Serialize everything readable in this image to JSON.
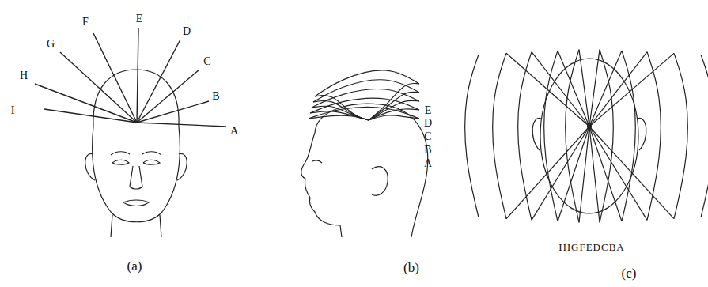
{
  "diagram": {
    "labels": [
      "F",
      "E",
      "D",
      "G",
      "C",
      "H",
      "B",
      "I",
      "A",
      "E",
      "D",
      "C",
      "B",
      "A",
      "IHGFEDCBA",
      "(a)",
      "(b)",
      "(c)"
    ]
  }
}
